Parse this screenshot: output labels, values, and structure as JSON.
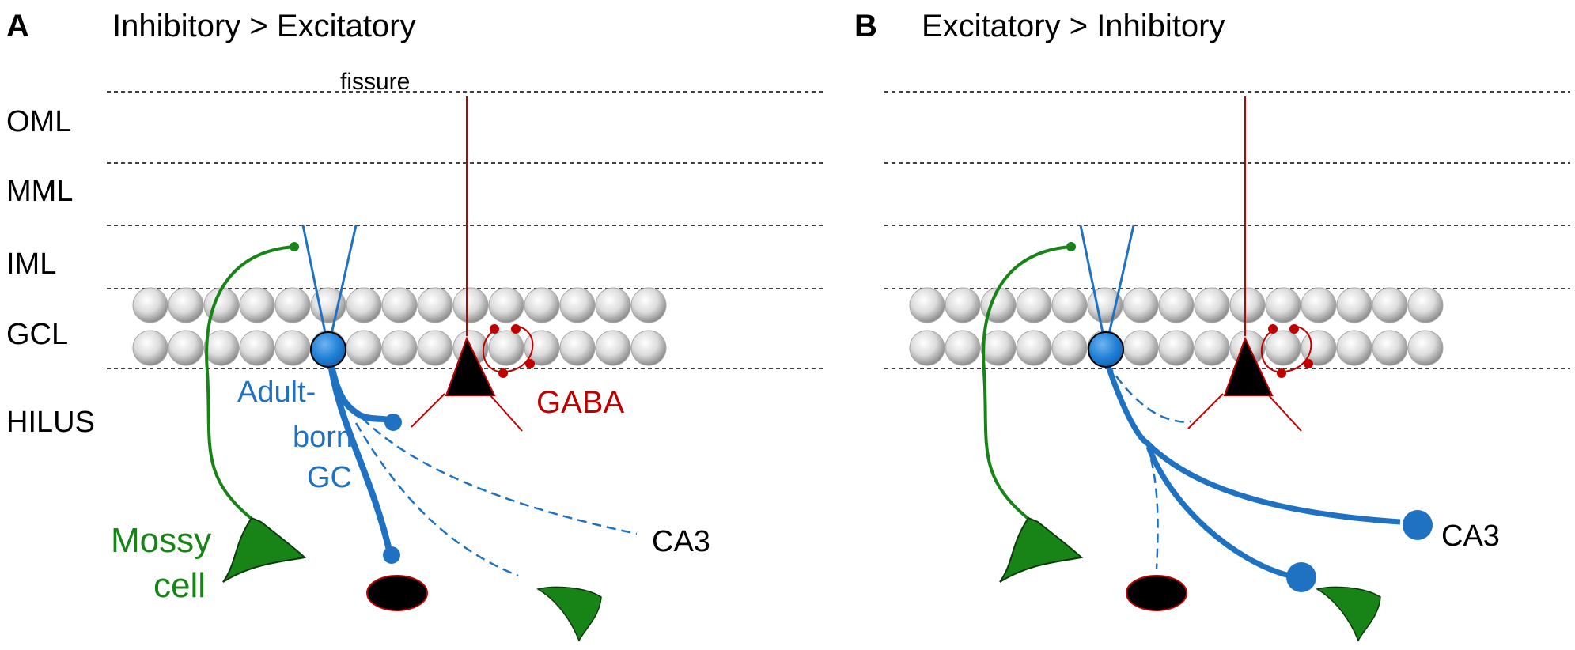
{
  "colors": {
    "adult_born_gc": "#1f72c1",
    "interneuron": "#c00000",
    "mossy_cell": "#188418",
    "target": "#000000"
  },
  "layers": [
    "OML",
    "MML",
    "IML",
    "GCL",
    "HILUS"
  ],
  "panel_a": {
    "letter": "A",
    "title": "Inhibitory > Excitatory",
    "fissure": "fissure",
    "adult_born": [
      "Adult-",
      "born",
      "GC"
    ],
    "gaba": "GABA",
    "mossy": [
      "Mossy",
      "cell"
    ],
    "ca3": "CA3"
  },
  "panel_b": {
    "letter": "B",
    "title": "Excitatory > Inhibitory",
    "ca3": "CA3"
  }
}
